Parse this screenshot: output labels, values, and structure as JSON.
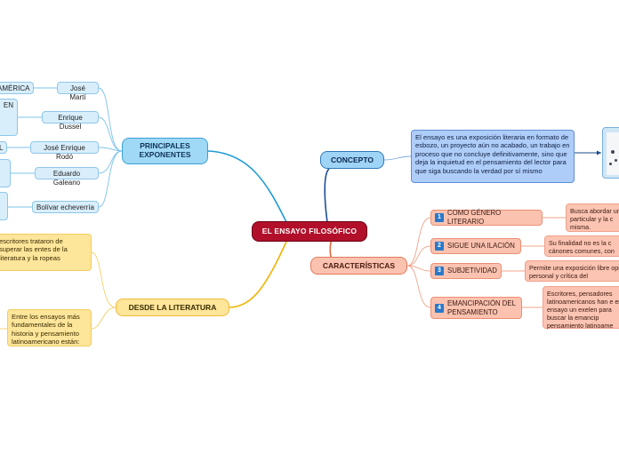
{
  "center": {
    "label": "EL ENSAYO FILOSÓFICO"
  },
  "exponentes": {
    "label": "PRINCIPALES EXPONENTES",
    "authors": [
      {
        "name": "José Martí",
        "note": "AMÉRICA"
      },
      {
        "name": "Enrique Dussel",
        "note": "EN"
      },
      {
        "name": "José Enrique Rodó",
        "note": "L"
      },
      {
        "name": "Eduardo Galeano",
        "note": ""
      },
      {
        "name": "Bolívar echeverría",
        "note": ""
      }
    ]
  },
  "literatura": {
    "label": "DESDE LA LITERATURA",
    "notes": [
      "escritores trataron de superar las entes de la literatura y la ropeas",
      "Entre los ensayos más fundamentales de la historia y pensamiento latinoamericano están:"
    ]
  },
  "concepto": {
    "label": "CONCEPTO",
    "text": "El ensayo es una exposición literaria en formato de esbozo, un proyecto aún no acabado, un trabajo en proceso que no concluye definitivamente, sino que deja la inquietud en el pensamiento del lector para que siga buscando la verdad por sí mismo"
  },
  "caracteristicas": {
    "label": "CARACTERÍSTICAS",
    "items": [
      {
        "num": "1",
        "label": "COMO GÉNERO LITERARIO",
        "note": "Busca abordar un particular y la c misma."
      },
      {
        "num": "2",
        "label": "SIGUE UNA ILACIÓN",
        "note": "Su finalidad no es la c cánones comunes, con"
      },
      {
        "num": "3",
        "label": "SUBJETIVIDAD",
        "note": "Permite una exposición libre opinión personal y crítica del"
      },
      {
        "num": "4",
        "label": "EMANCIPACIÓN DEL PENSAMIENTO",
        "note": "Escritores, pensadores latinoamericanos han e en el ensayo un exelen para buscar la emancip pensamiento latinoame"
      }
    ]
  }
}
